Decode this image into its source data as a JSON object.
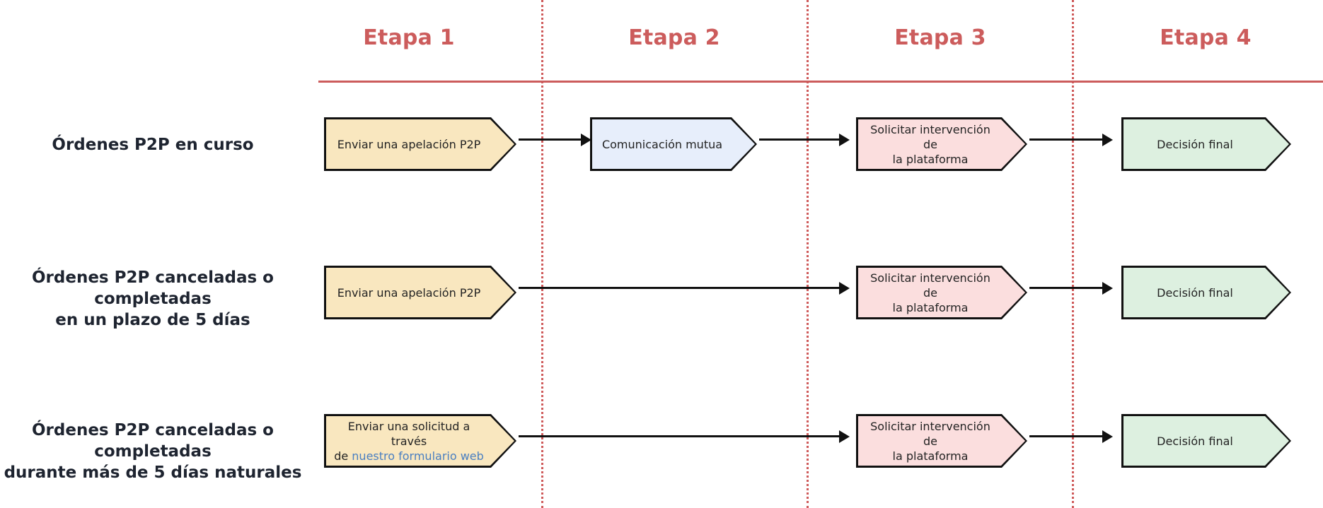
{
  "diagram": {
    "title_row_labels": [
      {
        "line1": "Órdenes P2P en curso",
        "line2": ""
      },
      {
        "line1": "Órdenes P2P canceladas o completadas",
        "line2": "en un plazo de 5 días"
      },
      {
        "line1": "Órdenes P2P canceladas o completadas",
        "line2": "durante más de 5 días naturales"
      }
    ],
    "stages": [
      {
        "label": "Etapa 1"
      },
      {
        "label": "Etapa 2"
      },
      {
        "label": "Etapa 3"
      },
      {
        "label": "Etapa 4"
      }
    ],
    "colors": {
      "stage_header": "#cc5c5c",
      "divider": "#cf5b5b",
      "rule": "#cc5c5c",
      "box_yellow": "#f9e7bf",
      "box_blue": "#e7eefb",
      "box_pink": "#fbdede",
      "box_green": "#ddf0e0",
      "outline": "#111111",
      "link": "#4a7fc1",
      "label_text": "#1e2430"
    },
    "rows": [
      {
        "name": "ongoing",
        "boxes": [
          {
            "stage": 1,
            "text_line1": "Enviar una apelación P2P",
            "text_line2": "",
            "fill": "box_yellow"
          },
          {
            "stage": 2,
            "text_line1": "Comunicación mutua",
            "text_line2": "",
            "fill": "box_blue"
          },
          {
            "stage": 3,
            "text_line1": "Solicitar intervención de",
            "text_line2": "la plataforma",
            "fill": "box_pink"
          },
          {
            "stage": 4,
            "text_line1": "Decisión final",
            "text_line2": "",
            "fill": "box_green"
          }
        ]
      },
      {
        "name": "cancelled-within-5-days",
        "boxes": [
          {
            "stage": 1,
            "text_line1": "Enviar una apelación P2P",
            "text_line2": "",
            "fill": "box_yellow"
          },
          {
            "stage": 3,
            "text_line1": "Solicitar intervención de",
            "text_line2": "la plataforma",
            "fill": "box_pink"
          },
          {
            "stage": 4,
            "text_line1": "Decisión final",
            "text_line2": "",
            "fill": "box_green"
          }
        ]
      },
      {
        "name": "cancelled-over-5-days",
        "boxes": [
          {
            "stage": 1,
            "text_line1": "Enviar una solicitud a través",
            "text_line2_prefix": "de ",
            "link_text": "nuestro formulario web",
            "fill": "box_yellow"
          },
          {
            "stage": 3,
            "text_line1": "Solicitar intervención de",
            "text_line2": "la plataforma",
            "fill": "box_pink"
          },
          {
            "stage": 4,
            "text_line1": "Decisión final",
            "text_line2": "",
            "fill": "box_green"
          }
        ]
      }
    ]
  }
}
